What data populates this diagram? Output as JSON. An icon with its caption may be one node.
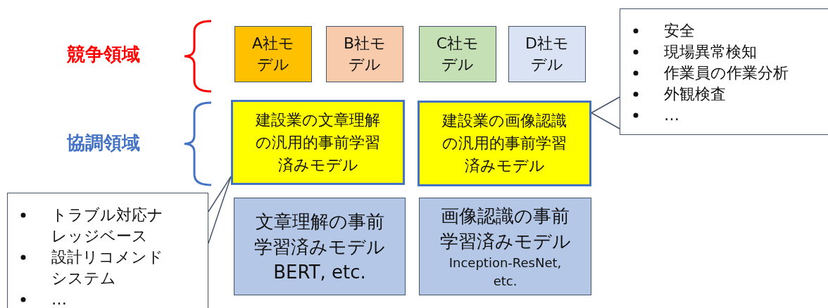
{
  "diagram": {
    "nodes": [
      {
        "text": [
          "A社モデル"
        ]
      },
      {
        "text": [
          "B社モデル"
        ]
      },
      {
        "text": [
          "C社モデル"
        ]
      },
      {
        "text": [
          "D社モデル"
        ]
      },
      {
        "text": [
          "安全",
          "現場異常検知",
          "作業員の作業分析",
          "外観検査",
          "…"
        ]
      },
      {
        "text": [
          "建設業の文章理解の汎用的事前学習済みモデル"
        ]
      },
      {
        "text": [
          "建設業の画像認識の汎用的事前学習済みモデル"
        ]
      },
      {
        "text": [
          "トラブル対応ナレッジベース",
          "設計リコメンドシステム",
          "…"
        ]
      },
      {
        "text": [
          "文章理解の事前学習済みモデル",
          "BERT, etc."
        ]
      },
      {
        "text": [
          "画像認識の事前学習済みモデル",
          "Inception-ResNet, etc."
        ]
      }
    ],
    "edges": [
      {
        "from": 4,
        "to": 6,
        "arrow": "none"
      },
      {
        "from": 7,
        "to": 5,
        "arrow": "none"
      }
    ],
    "labels": [
      "競争領域",
      "協調領域"
    ]
  }
}
